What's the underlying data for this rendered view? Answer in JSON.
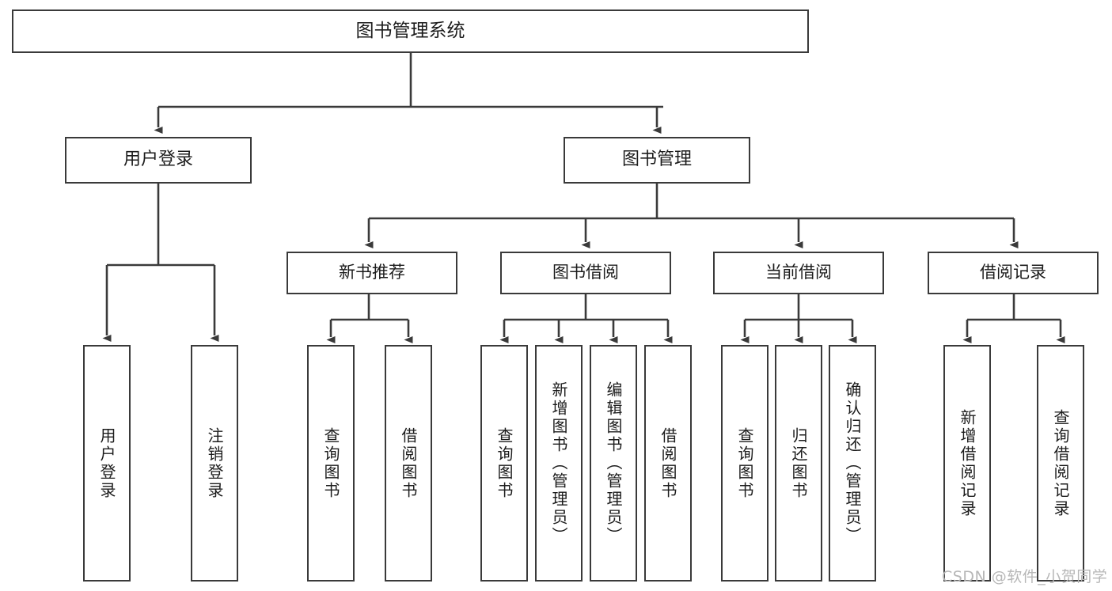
{
  "diagram": {
    "title": "图书管理系统",
    "type": "tree-hierarchy-diagram",
    "colors": {
      "box_border": "#3a3a3a",
      "box_fill": "#ffffff",
      "edge": "#3a3a3a",
      "text": "#1c1c1c",
      "watermark": "#b7b7b7"
    },
    "root": {
      "label": "图书管理系统"
    },
    "level2": [
      {
        "label": "用户登录"
      },
      {
        "label": "图书管理"
      }
    ],
    "level3": [
      {
        "label": "新书推荐"
      },
      {
        "label": "图书借阅"
      },
      {
        "label": "当前借阅"
      },
      {
        "label": "借阅记录"
      }
    ],
    "leaves": {
      "user_login": [
        {
          "label": "用户登录"
        },
        {
          "label": "注销登录"
        }
      ],
      "new_book_recommend": [
        {
          "label": "查询图书"
        },
        {
          "label": "借阅图书"
        }
      ],
      "book_borrow": [
        {
          "label": "查询图书"
        },
        {
          "label": "新增图书（管理员）"
        },
        {
          "label": "编辑图书（管理员）"
        },
        {
          "label": "借阅图书"
        }
      ],
      "current_borrow": [
        {
          "label": "查询图书"
        },
        {
          "label": "归还图书"
        },
        {
          "label": "确认归还（管理员）"
        }
      ],
      "borrow_records": [
        {
          "label": "新增借阅记录"
        },
        {
          "label": "查询借阅记录"
        }
      ]
    },
    "watermark": "CSDN @软件_小贺同学"
  }
}
